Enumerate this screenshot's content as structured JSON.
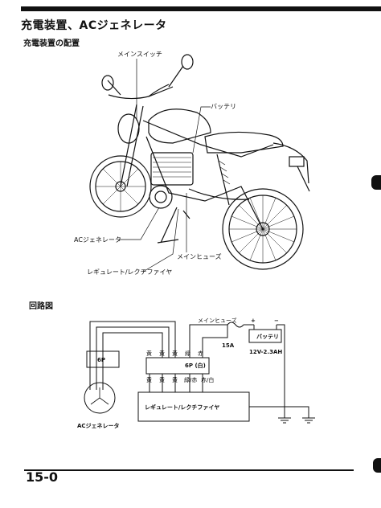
{
  "header": {
    "title": "充電装置、ACジェネレータ",
    "section_layout": "充電装置の配置",
    "section_circuit": "回路図"
  },
  "illustration": {
    "labels": {
      "main_switch": "メインスイッチ",
      "battery": "バッテリ",
      "ac_generator": "ACジェネレータ",
      "main_fuse": "メインヒューズ",
      "regulator_rectifier": "レギュレート/レクチファイヤ"
    }
  },
  "circuit": {
    "main_fuse": "メインヒューズ",
    "fuse_rating": "15A",
    "battery": "バッテリ",
    "battery_spec": "12V-2.3AH",
    "connector_left": "6P",
    "connector_right": "6P (白)",
    "wire_colors_top": [
      "黄",
      "黄",
      "黄",
      "緑",
      "赤"
    ],
    "wire_colors_bottom": [
      "黄",
      "黄",
      "黄",
      "緑/赤",
      "赤/白"
    ],
    "regulator_box": "レギュレート/レクチファイヤ",
    "ac_generator": "ACジェネレータ",
    "plus": "+",
    "minus": "−"
  },
  "footer": {
    "page_number": "15-0"
  }
}
